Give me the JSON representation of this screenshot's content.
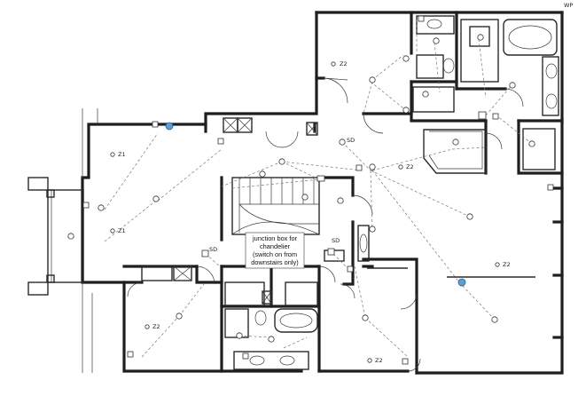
{
  "plan": {
    "labels": {
      "z1_upper": "Z1",
      "z1_lower": "Z1",
      "z2_top": "Z2",
      "z2_center": "Z2",
      "z2_right": "Z2",
      "z2_bottom_left": "Z2",
      "z2_bottom": "Z2",
      "sd_top": "SD",
      "sd_stair": "SD",
      "sd_mid": "SD",
      "wp": "WP"
    },
    "note": {
      "line1": "junction box for",
      "line2": "chandelier",
      "line3": "(switch on from",
      "line4": "downstairs only)"
    },
    "accent_color": "#5aa0d8"
  }
}
